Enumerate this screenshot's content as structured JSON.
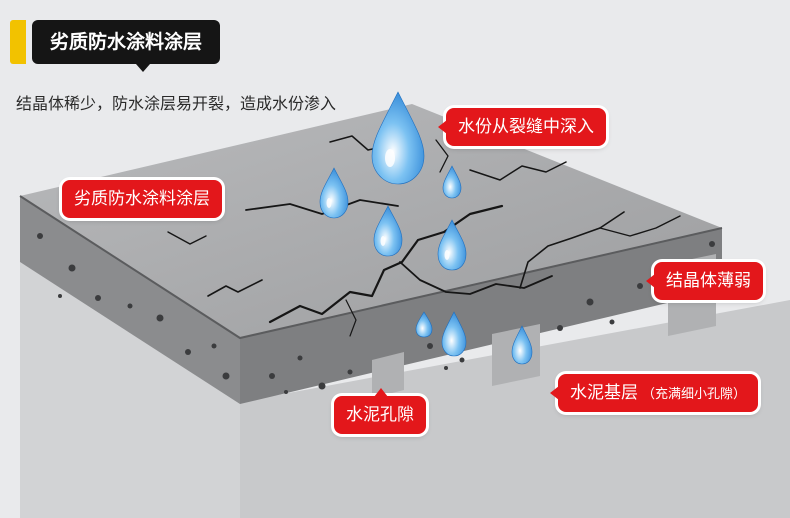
{
  "title": "劣质防水涂料涂层",
  "description": "结晶体稀少，防水涂层易开裂，造成水份渗入",
  "labels": {
    "cracks": "水份从裂缝中深入",
    "coating": "劣质防水涂料涂层",
    "crystal": "结晶体薄弱",
    "pores": "水泥孔隙",
    "base": "水泥基层",
    "base_note": "（充满细小孔隙）"
  },
  "colors": {
    "accent_yellow": "#f2c200",
    "title_bg": "#151515",
    "label_red": "#e3171b",
    "coating_gray": "#a6a7a9",
    "base_gray": "#cfd0d2",
    "water_blue": "#4aa3e8"
  }
}
